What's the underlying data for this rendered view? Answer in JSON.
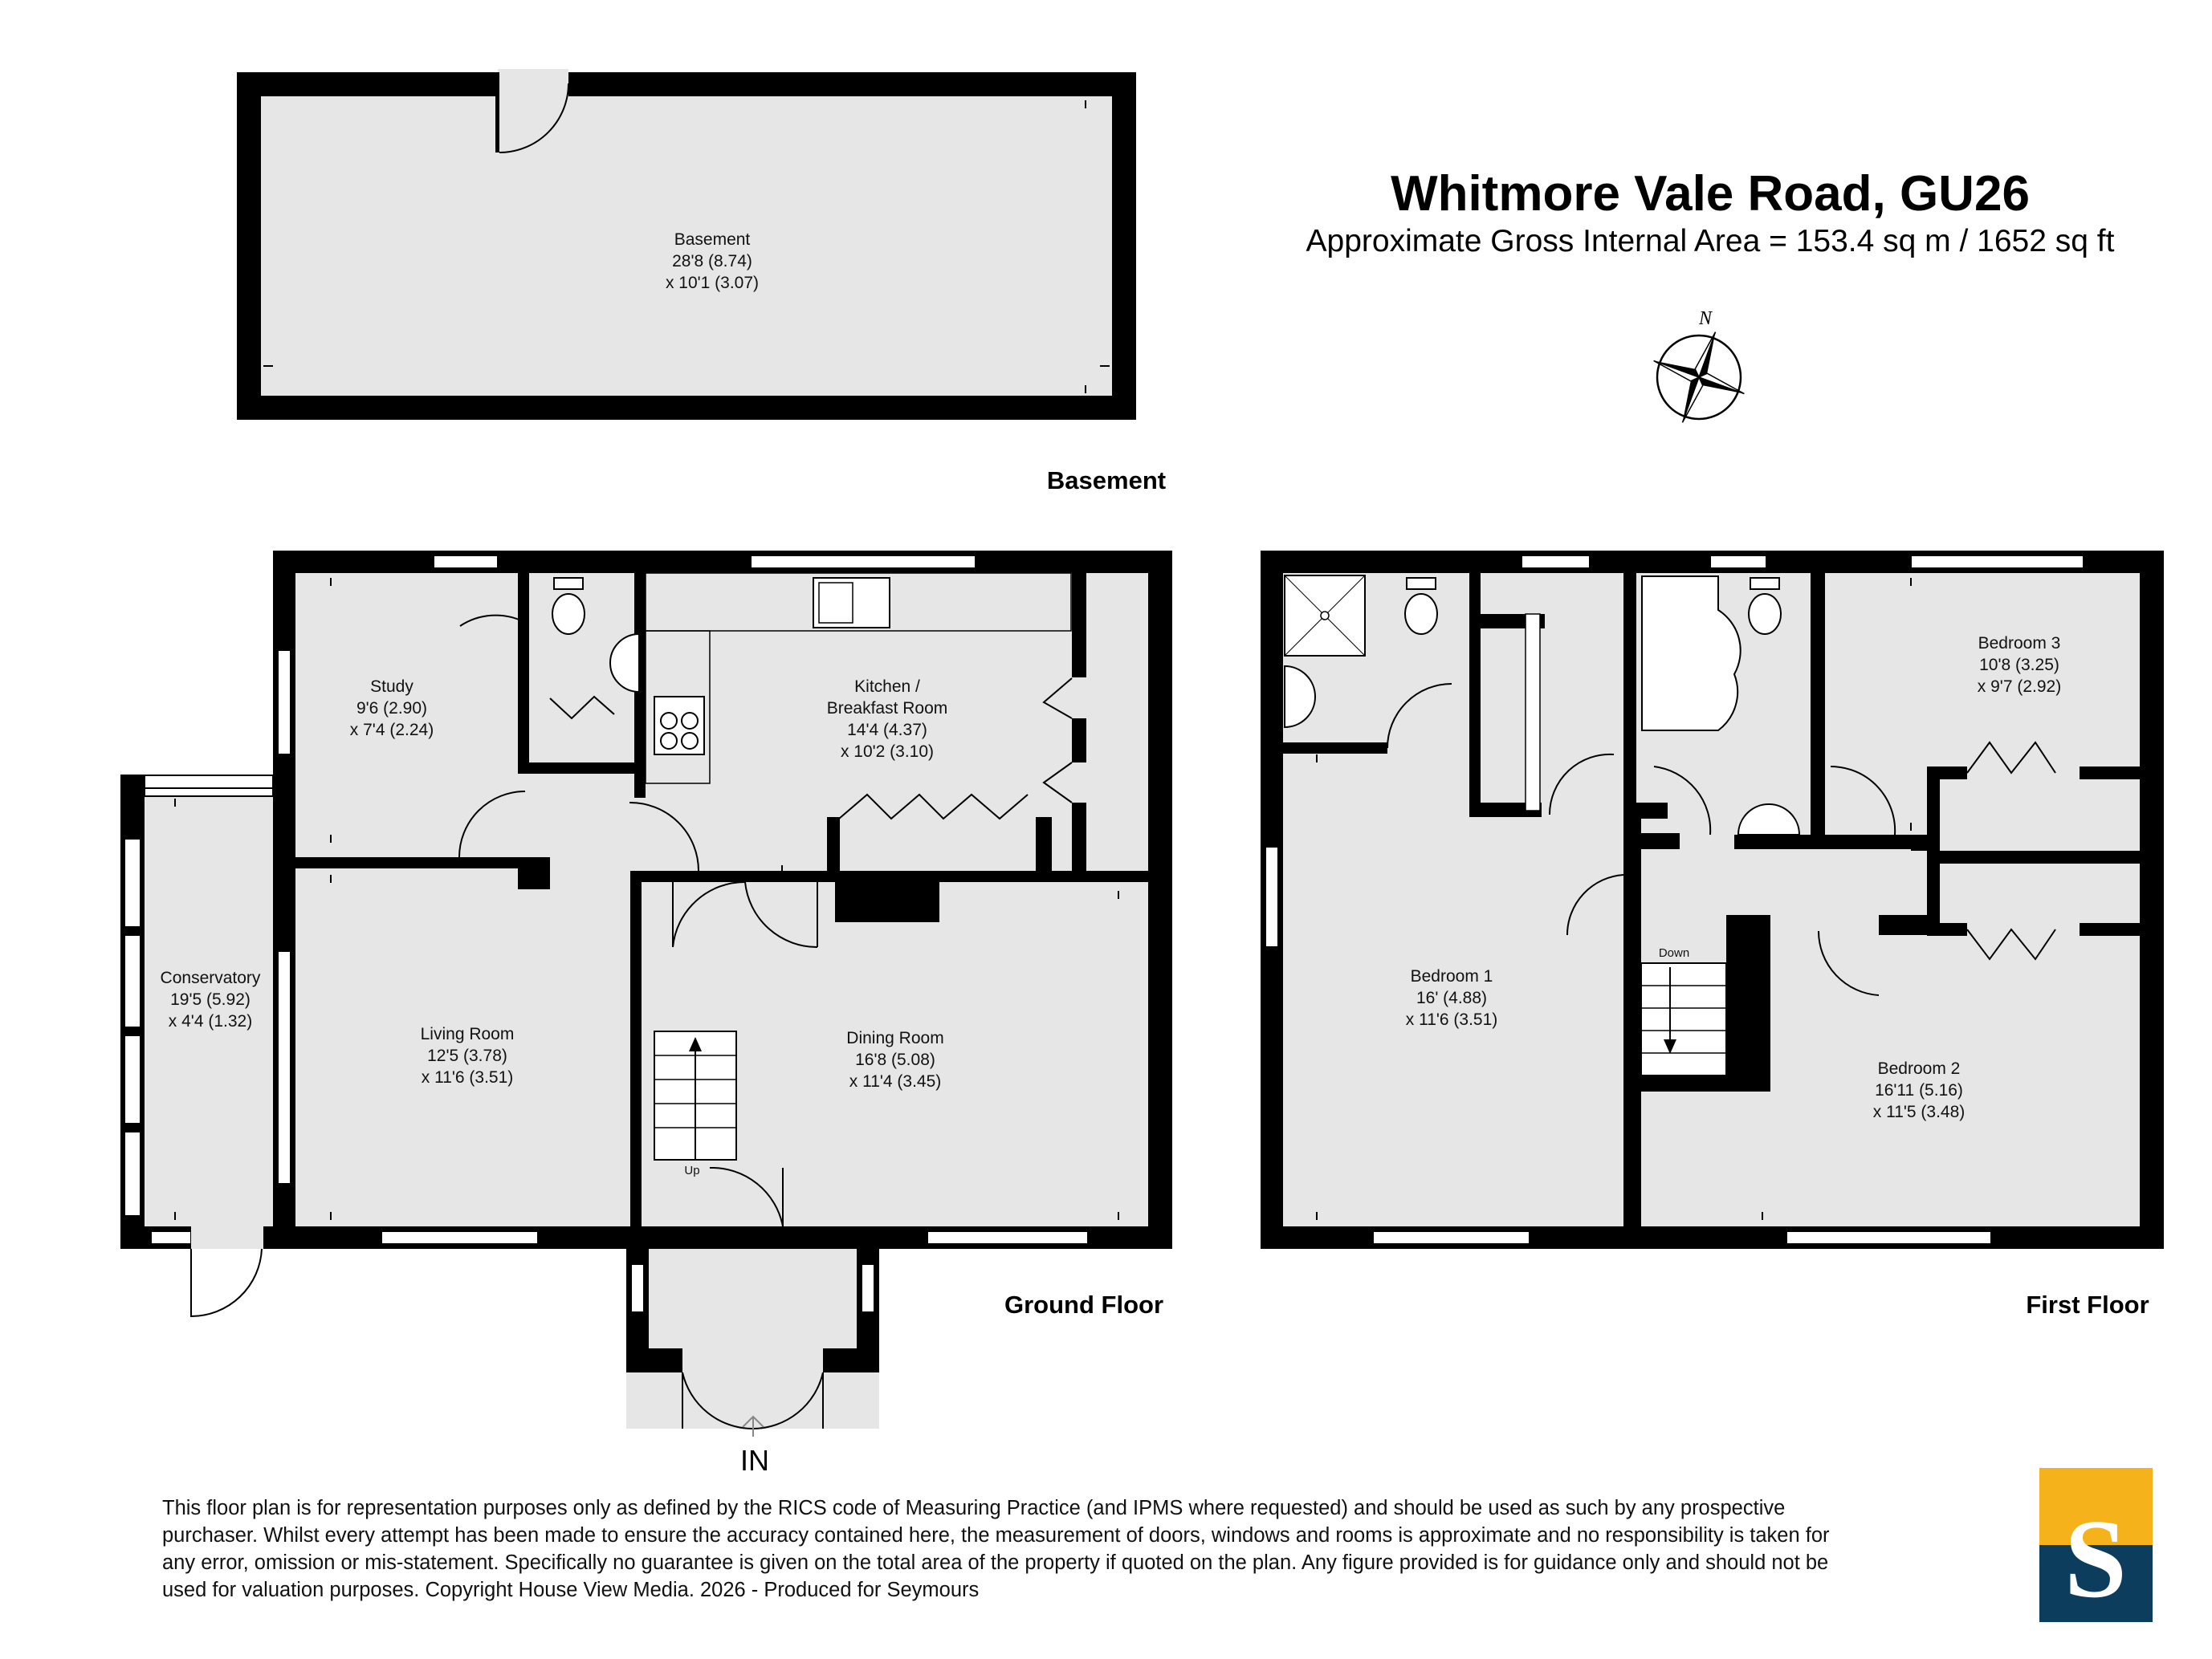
{
  "header": {
    "title": "Whitmore Vale Road, GU26",
    "subtitle": "Approximate Gross Internal Area = 153.4 sq m / 1652 sq ft"
  },
  "compass": {
    "north_label": "N"
  },
  "floors": {
    "basement": "Basement",
    "ground": "Ground Floor",
    "first": "First Floor"
  },
  "rooms": {
    "basement": [
      "Basement",
      "28'8 (8.74)",
      "x 10'1 (3.07)"
    ],
    "study": [
      "Study",
      "9'6 (2.90)",
      "x 7'4 (2.24)"
    ],
    "kitchen": [
      "Kitchen /",
      "Breakfast Room",
      "14'4 (4.37)",
      "x 10'2 (3.10)"
    ],
    "conservatory": [
      "Conservatory",
      "19'5 (5.92)",
      "x 4'4 (1.32)"
    ],
    "living": [
      "Living Room",
      "12'5 (3.78)",
      "x 11'6 (3.51)"
    ],
    "dining": [
      "Dining Room",
      "16'8 (5.08)",
      "x 11'4 (3.45)"
    ],
    "bedroom1": [
      "Bedroom 1",
      "16' (4.88)",
      "x 11'6 (3.51)"
    ],
    "bedroom2": [
      "Bedroom 2",
      "16'11 (5.16)",
      "x 11'5 (3.48)"
    ],
    "bedroom3": [
      "Bedroom 3",
      "10'8 (3.25)",
      "x 9'7 (2.92)"
    ]
  },
  "stairs": {
    "up": "Up",
    "down": "Down"
  },
  "entrance": "IN",
  "disclaimer": [
    "This floor plan is for representation purposes only as defined by the RICS code of Measuring Practice (and IPMS where requested) and should be used as such by any prospective",
    "purchaser. Whilst every attempt has been made to ensure the accuracy contained here, the measurement of doors, windows and rooms is approximate and no responsibility is taken for",
    "any error, omission or mis-statement. Specifically no guarantee is given on the total area of the property if quoted on the plan. Any figure provided is for guidance only and should not be",
    "used for valuation purposes. Copyright House View Media. 2026 - Produced for Seymours"
  ],
  "logo": {
    "letter": "S",
    "top_color": "#f5b21a",
    "bottom_color": "#0d3d5c"
  },
  "colors": {
    "wall": "#000000",
    "floor": "#e6e6e6"
  }
}
